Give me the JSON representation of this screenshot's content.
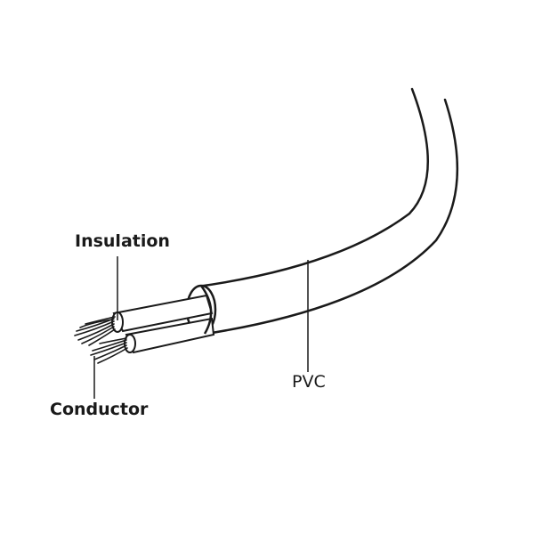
{
  "labels": {
    "insulation": "Insulation",
    "conductor": "Conductor",
    "pvc": "PVC"
  },
  "colors": {
    "stroke": "#1a1a1a",
    "fill": "#ffffff"
  }
}
